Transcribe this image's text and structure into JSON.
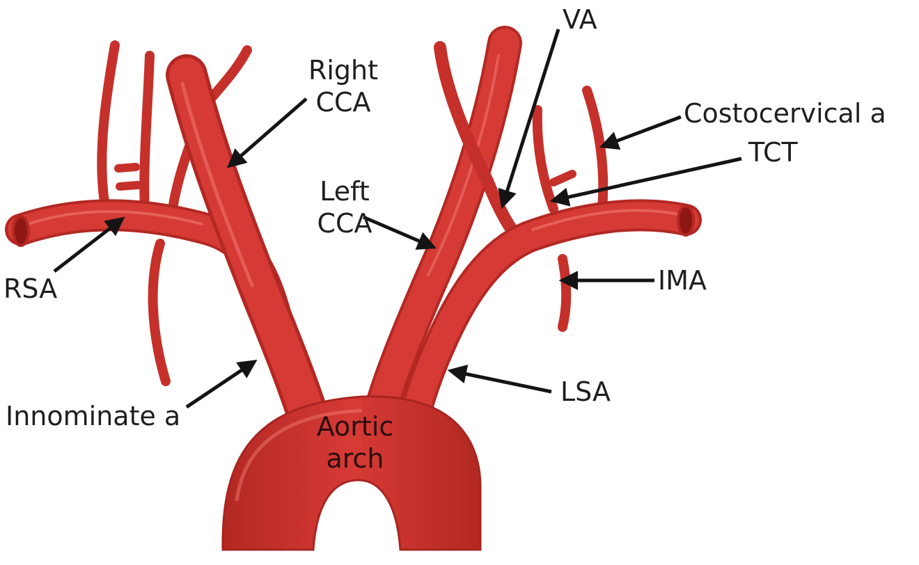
{
  "labels": {
    "right_cca": [
      "Right",
      "CCA"
    ],
    "va": "VA",
    "costocervical": "Costocervical a",
    "tct": "TCT",
    "left_cca": [
      "Left",
      "CCA"
    ],
    "rsa": "RSA",
    "ima": "IMA",
    "lsa": "LSA",
    "innominate": "Innominate a",
    "aortic_arch": [
      "Aortic",
      "arch"
    ]
  },
  "colors": {
    "vessel": "#d63a35",
    "vessel_dark": "#b32823",
    "vessel_light": "#ee7a72",
    "lumen": "#8e1713",
    "arrow": "#141414",
    "text": "#1e1e1e"
  }
}
